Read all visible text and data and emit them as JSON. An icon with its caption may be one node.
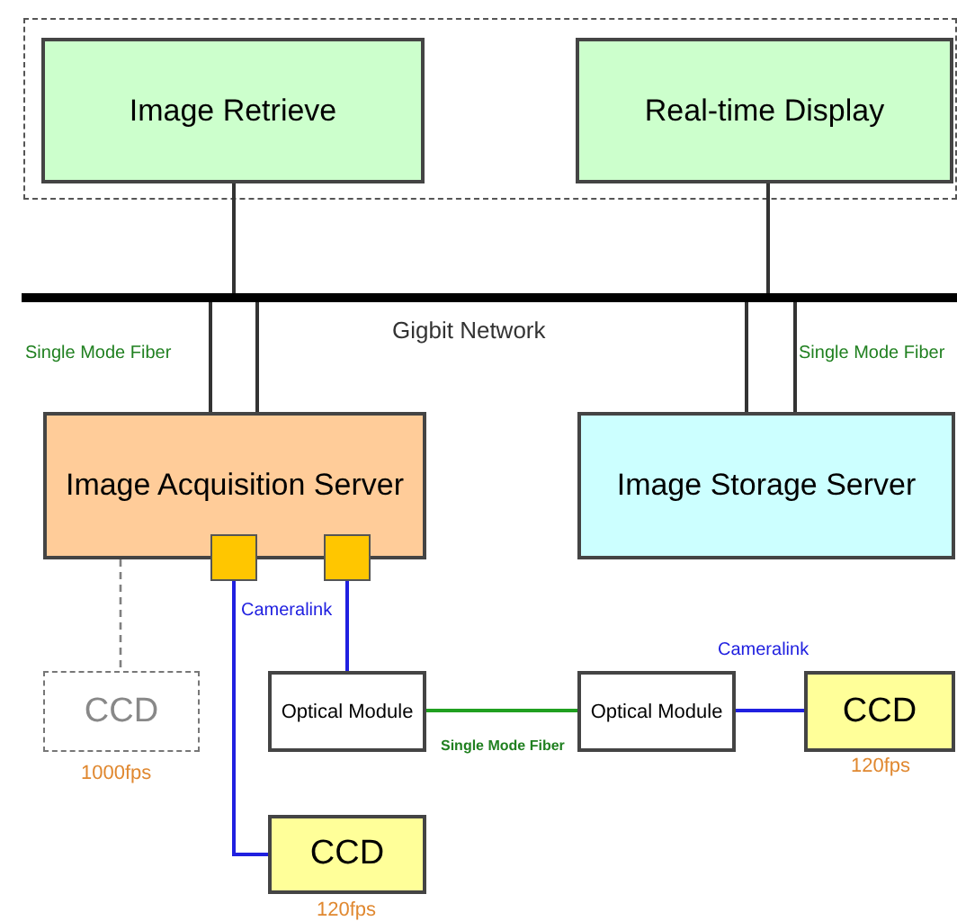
{
  "diagram": {
    "nodes": [
      {
        "text": [],
        "shape": "box"
      },
      {
        "text": [
          "Image Retrieve"
        ],
        "in": 0
      },
      {
        "text": [
          "Real-time Display"
        ],
        "in": 0
      },
      {
        "text": [
          "Gigbit Network"
        ]
      },
      {
        "text": [
          "Image Acquisition Server"
        ]
      },
      {
        "text": [
          "Image Storage Server"
        ]
      },
      {
        "text": [],
        "shape": "box"
      },
      {
        "text": [],
        "shape": "box"
      },
      {
        "text": [
          "CCD"
        ],
        "beside": [
          "1000fps"
        ]
      },
      {
        "text": [
          "Optical Module"
        ]
      },
      {
        "text": [
          "Optical Module"
        ]
      },
      {
        "text": [
          "CCD"
        ],
        "beside": [
          "120fps"
        ]
      },
      {
        "text": [
          "CCD"
        ],
        "beside": [
          "120fps"
        ]
      }
    ],
    "edges": [
      {
        "from": 1,
        "to": 3,
        "arrow": "none"
      },
      {
        "from": 2,
        "to": 3,
        "arrow": "none"
      },
      {
        "from": 3,
        "to": 4,
        "arrow": "none",
        "label": "Single Mode Fiber"
      },
      {
        "from": 3,
        "to": 4,
        "arrow": "none"
      },
      {
        "from": 3,
        "to": 5,
        "arrow": "none"
      },
      {
        "from": 3,
        "to": 5,
        "arrow": "none",
        "label": "Single Mode Fiber"
      },
      {
        "from": 4,
        "to": 8,
        "arrow": "none",
        "style": "dashed",
        "color": "#808080"
      },
      {
        "from": 6,
        "to": 12,
        "arrow": "none",
        "color": "#2020e0"
      },
      {
        "from": 7,
        "to": 9,
        "arrow": "none",
        "color": "#2020e0",
        "label": "Cameralink"
      },
      {
        "from": 9,
        "to": 10,
        "arrow": "none",
        "color": "#20a020",
        "label": "Single Mode Fiber"
      },
      {
        "from": 10,
        "to": 11,
        "arrow": "none",
        "color": "#2020e0",
        "label": "Cameralink"
      }
    ]
  }
}
